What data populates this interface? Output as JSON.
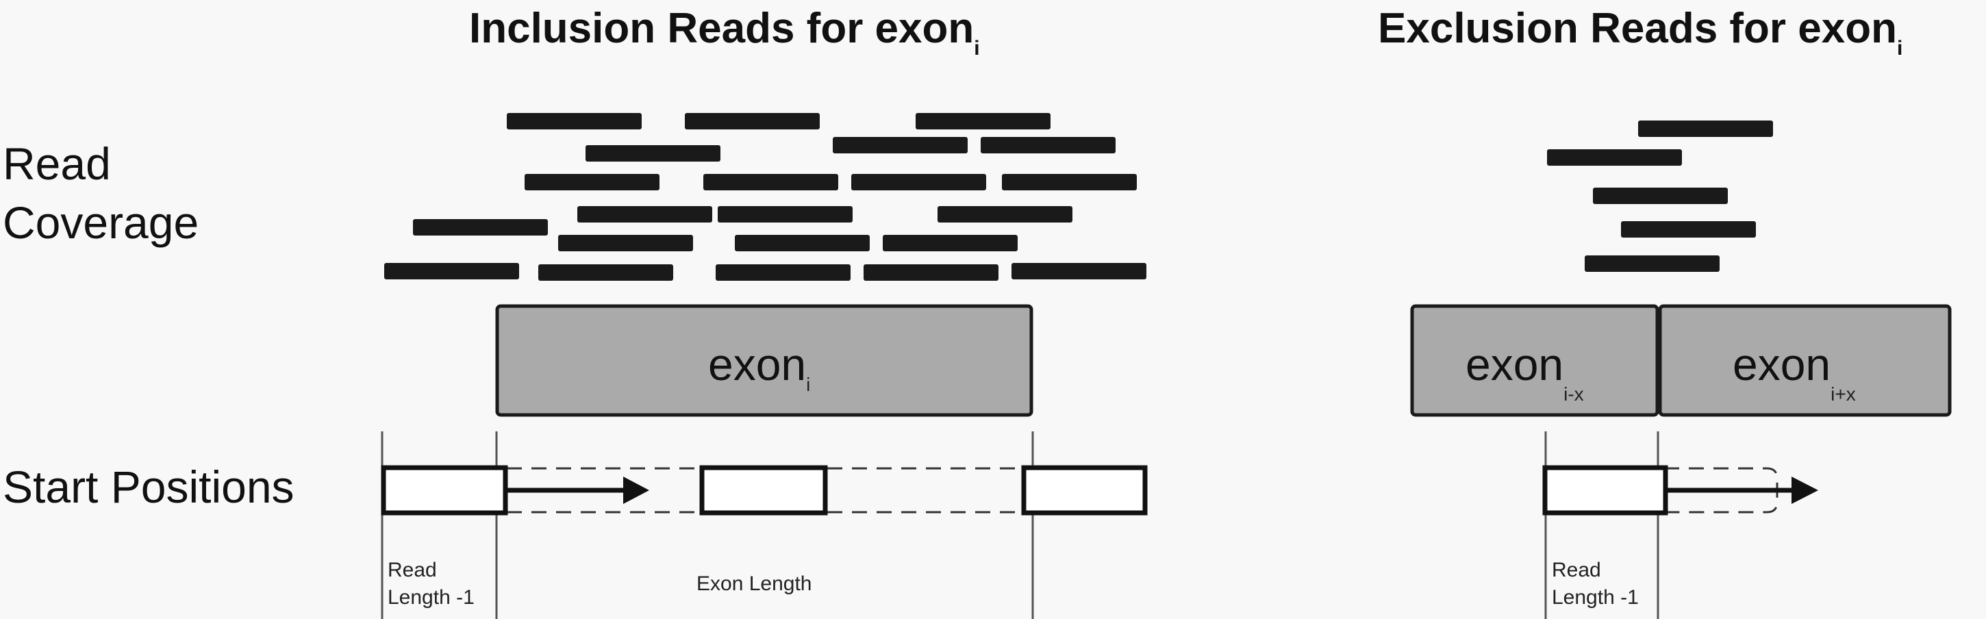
{
  "titles": {
    "inclusion": {
      "text": "Inclusion Reads for exon",
      "sub": "i"
    },
    "exclusion": {
      "text": "Exclusion Reads for exon",
      "sub": "i"
    }
  },
  "row_labels": {
    "read_line1": "Read",
    "read_line2": "Coverage",
    "start_positions": "Start Positions"
  },
  "exons": {
    "inclusion": {
      "text": "exon",
      "sub": "i"
    },
    "left": {
      "text": "exon",
      "sub": "i-x"
    },
    "right": {
      "text": "exon",
      "sub": "i+x"
    }
  },
  "annotations": {
    "read_length_line1": "Read",
    "read_length_line2": "Length -1",
    "exon_length": "Exon Length",
    "read_length_right_line1": "Read",
    "read_length_right_line2": "Length -1"
  },
  "colors": {
    "read": "#1a1a1a",
    "exon_fill": "#aaaaaa",
    "background": "#f8f8f8"
  }
}
